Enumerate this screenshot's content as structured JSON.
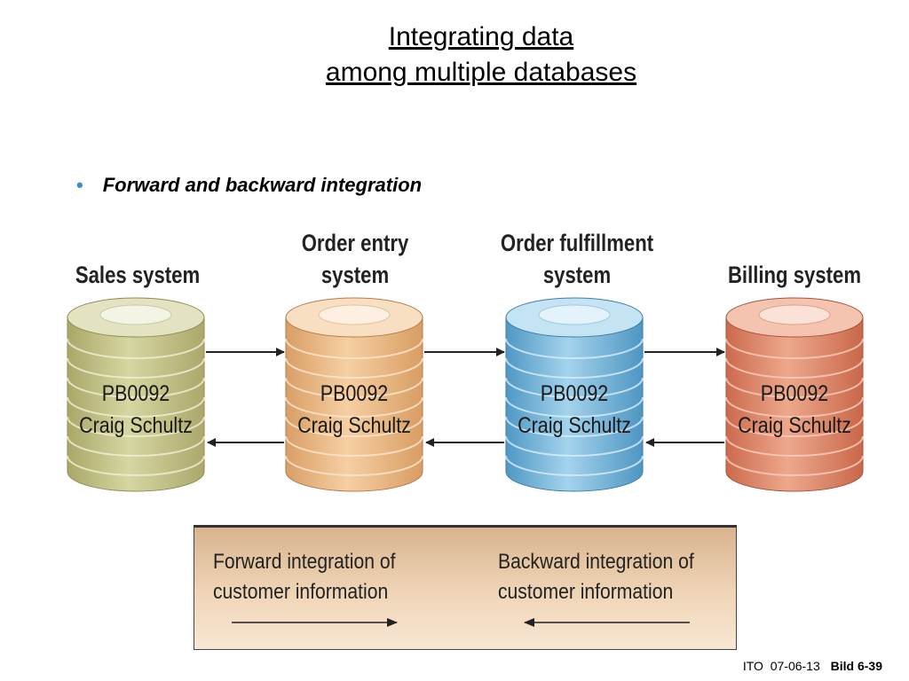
{
  "title": {
    "line1": "Integrating data",
    "line2": "among multiple databases"
  },
  "bullet": {
    "marker": "•",
    "text": "Forward and backward integration"
  },
  "systems": [
    {
      "header": "Sales system",
      "code": "PB0092",
      "name": "Craig Schultz",
      "color": "#c9c98f"
    },
    {
      "header_line1": "Order entry",
      "header_line2": "system",
      "code": "PB0092",
      "name": "Craig Schultz",
      "color": "#f1c28e"
    },
    {
      "header_line1": "Order fulfillment",
      "header_line2": "system",
      "code": "PB0092",
      "name": "Craig Schultz",
      "color": "#8fc3df"
    },
    {
      "header": "Billing system",
      "code": "PB0092",
      "name": "Craig Schultz",
      "color": "#e79a7c"
    }
  ],
  "legend": {
    "forward_line1": "Forward integration of",
    "forward_line2": "customer information",
    "backward_line1": "Backward integration of",
    "backward_line2": "customer information"
  },
  "footer": {
    "org": "ITO",
    "date": "07-06-13",
    "slide": "Bild 6-39"
  }
}
